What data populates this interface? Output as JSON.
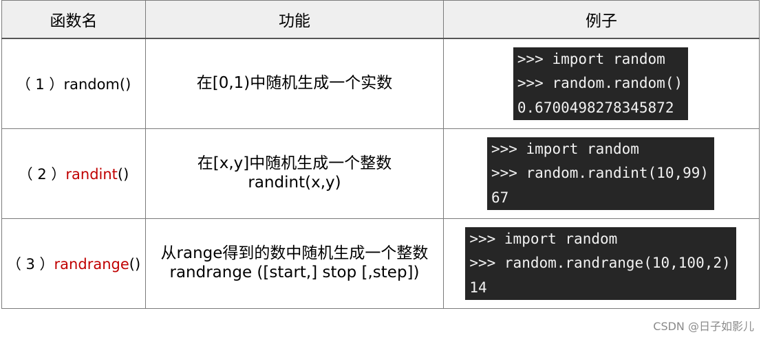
{
  "table": {
    "headers": [
      "函数名",
      "功能",
      "例子"
    ],
    "rows": [
      {
        "name_prefix": "（ 1 ）",
        "name_fn": "random",
        "name_suffix": "()",
        "fn_red": false,
        "feature": "在[0,1)中随机生成一个实数",
        "feature_sub": "",
        "code": [
          ">>> import random",
          ">>> random.random()",
          "0.6700498278345872"
        ]
      },
      {
        "name_prefix": "（ 2 ）",
        "name_fn": "randint",
        "name_suffix": "()",
        "fn_red": true,
        "feature": "在[x,y]中随机生成一个整数",
        "feature_sub": "randint(x,y)",
        "code": [
          ">>> import random",
          ">>> random.randint(10,99)",
          "67"
        ]
      },
      {
        "name_prefix": "（ 3 ）",
        "name_fn": "randrange",
        "name_suffix": "()",
        "fn_red": true,
        "feature": "从range得到的数中随机生成一个整数",
        "feature_sub": "randrange ([start,] stop [,step])",
        "code": [
          ">>> import random",
          ">>> random.randrange(10,100,2)",
          "14"
        ]
      }
    ]
  },
  "watermark": "CSDN @日子如影儿",
  "colors": {
    "header_bg": "#efefef",
    "code_bg": "#262626",
    "code_text": "#f2f2f2",
    "fn_red": "#c00000"
  }
}
